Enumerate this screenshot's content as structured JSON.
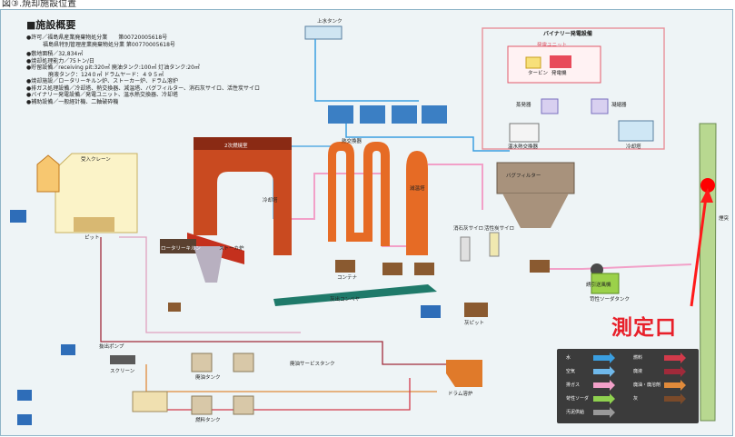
{
  "header": {
    "caption": "図③.焼却施設位置"
  },
  "info": {
    "title": "■施設概要",
    "lines": [
      "●許可／福島県産業廃棄物処分業　　第00720005618号",
      "　　　福島県特別管理産業廃棄物処分業 第00770005618号",
      "●敷地面積／32,834㎡",
      "●焼却処理能力／75トン/日",
      "●貯留設備／receiving pit:320㎥ 廃油タンク:100㎥ 灯油タンク:20㎥",
      "　　　　廃液タンク：124０㎥ ドラムヤード：４９５㎡",
      "●焼却施設／ロータリーキルン炉、ストーカー炉、ドラム溶炉",
      "●排ガス処理設備／冷却塔、熱交換器、減温塔、バグフィルター、消石灰サイロ、活性炭サイロ",
      "●バイナリー発電設備／発電ユニット、温水熱交換器、冷却塔",
      "●補助設備／一般経計機、二軸破砕機"
    ]
  },
  "labels": {
    "water_tank": "上水タンク",
    "binary": "バイナリー発電設備",
    "power_unit": "発電ユニット",
    "turbine": "タービン",
    "generator": "発電機",
    "evaporator": "蒸発器",
    "condenser": "凝縮器",
    "hw_exchanger": "温水熱交換器",
    "cooling_tower": "冷却塔",
    "crane": "受入クレーン",
    "pit": "ピット",
    "secondary": "2次燃焼室",
    "kiln": "ロータリーキルン",
    "stoker": "ストーカ炉",
    "cooler": "冷却塔",
    "heat_exchanger": "熱交換器",
    "quench": "減温塔",
    "bag": "バグフィルター",
    "stack": "煙突",
    "fan": "誘引送風機",
    "ash_conveyor": "灰出コンベヤ",
    "container": "コンテナ",
    "ash_pit": "灰ピット",
    "drum": "ドラム溶炉",
    "soda_tank": "苛性ソーダタンク",
    "lime_silo": "消石灰サイロ",
    "carbon_silo": "活性炭サイロ",
    "waste_oil_tank": "廃油タンク",
    "fuel_tank": "燃料タンク",
    "service_tank": "廃油サービスタンク",
    "pit_pump": "抜出ポンプ",
    "screen": "スクリーン",
    "measure": "測定口"
  },
  "legend": {
    "left": [
      "水",
      "空気",
      "排ガス",
      "苛性ソーダ",
      "汚泥供給"
    ],
    "right": [
      "燃料",
      "廃液",
      "廃油・廃溶剤",
      "灰"
    ],
    "colors": [
      "#3a9ee0",
      "#6fb8ea",
      "#f2a0c8",
      "#8fd14f",
      "#999999",
      "#d23a4a",
      "#a02a3a",
      "#e08a3a",
      "#7a4a2a"
    ]
  }
}
